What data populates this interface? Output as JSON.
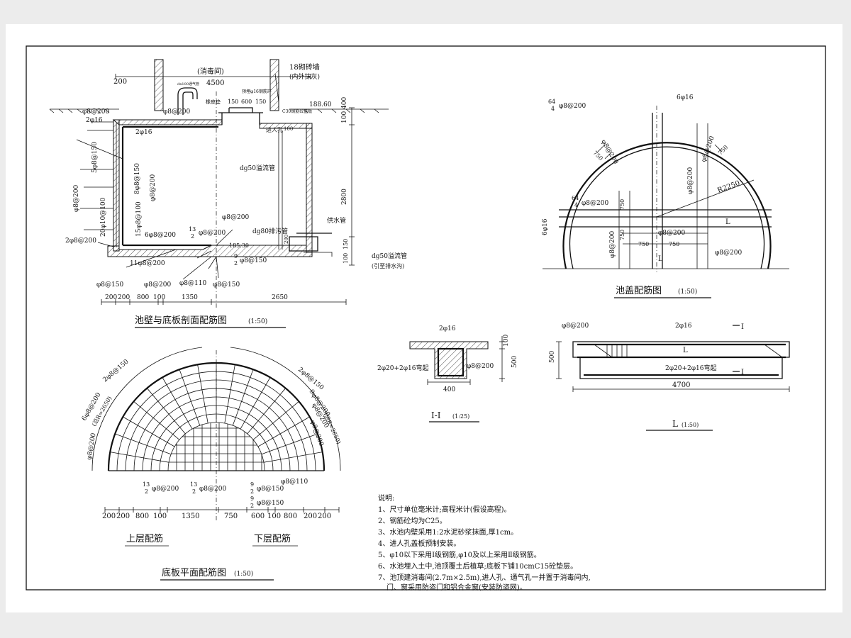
{
  "section_view": {
    "title": "池壁与底板剖面配筋图",
    "scale": "(1:50)",
    "labels": {
      "room": "(消毒间)",
      "width_4500": "4500",
      "left_200": "200",
      "brick_wall": "18砌砖墙",
      "brick_wall_note": "(内外抹灰)",
      "vent_pipe": "dn100通气管",
      "rubber_pad": "橡皮垫",
      "manhole_rebar": "预埋φ16钢筋环",
      "top_dims_150": "150",
      "top_dims_600": "600",
      "top_dims_150b": "150",
      "cover_slab": "C30钢筋砼盖板",
      "elev_top": "188.60",
      "phi8_200_a": "φ8@200",
      "phi8_200_b": "φ8@200",
      "two_phi16_a": "2φ16",
      "two_phi16_b": "2φ16",
      "manhole": "进人孔",
      "dim_100a": "100",
      "dim_100b": "100",
      "dim_400": "400",
      "five_phi8_150": "5φ8@150",
      "eight_phi8_150": "8φ8@150",
      "phi8_200_v1": "φ8@200",
      "phi8_200_v2": "φ8@200",
      "twenty_phi10_100": "20φ10@100",
      "fifteen_phi8_100": "15φ8@100",
      "overflow_pipe": "dg50溢流管",
      "dim_2800": "2800",
      "phi8_200_c": "φ8@200",
      "thirteen_half": "13",
      "thirteen_den": "2",
      "phi8_200_d": "φ8@200",
      "six_phi8_200": "6φ8@200",
      "water_supply": "供水管",
      "drain_pipe": "dg80排污管",
      "two_phi8_200": "2φ8@200",
      "elev_bottom": "185.30",
      "dim_200": "200",
      "dim_150": "150",
      "dim_100c": "100",
      "overflow_out": "dg50溢流管",
      "overflow_out_note": "(引至排水沟)",
      "eleven_phi8_200": "11φ8@200",
      "nine_num": "9",
      "nine_den": "2",
      "phi8_150_a": "φ8@150",
      "phi8_150_b": "φ8@150",
      "phi8_200_e": "φ8@200",
      "phi8_110": "φ8@110",
      "phi8_150_c": "φ8@150",
      "dims_bottom": [
        "200",
        "200",
        "800",
        "100",
        "1350",
        "2650"
      ]
    }
  },
  "cover_view": {
    "title": "池盖配筋图",
    "scale": "(1:50)",
    "labels": {
      "six_phi16_top": "6φ16",
      "frac_64_4": "64",
      "frac_den_4": "4",
      "phi8_200_top": "φ8@200",
      "phi8_200_diag": "φ8@200",
      "phi8_200_r1": "φ8@200",
      "phi8_200_r2": "φ8@200",
      "dim_750a": "750",
      "dim_750b": "750",
      "radius": "R2250",
      "frac_64b": "64",
      "frac_4b": "4",
      "phi8_200_mid": "φ8@200",
      "dim_750c": "750",
      "letter_L": "L",
      "six_phi16_left": "6φ16",
      "phi8_200_vleft": "φ8@200",
      "dim_750d": "750",
      "phi8_200_center": "φ8@200",
      "dim_750e": "750",
      "dim_750f": "750",
      "letter_L2": "L",
      "phi8_200_right": "φ8@200"
    }
  },
  "section_i": {
    "title": "I-I",
    "scale": "(1:25)",
    "labels": {
      "two_phi16": "2φ16",
      "dim_100": "100",
      "dim_500": "500",
      "bent": "2φ20+2φ16弯起",
      "phi8_200": "φ8@200",
      "dim_400": "400"
    }
  },
  "beam_L": {
    "title": "L",
    "scale": "(1:50)",
    "labels": {
      "phi8_200": "φ8@200",
      "two_phi16": "2φ16",
      "letter_L": "L",
      "dim_500": "500",
      "bent": "2φ20+2φ16弯起",
      "dim_4700": "4700",
      "cut_top": "I",
      "cut_bottom": "I"
    }
  },
  "plan_view": {
    "title": "底板平面配筋图",
    "scale": "(1:50)",
    "upper_label": "上层配筋",
    "lower_label": "下层配筋",
    "labels": {
      "two_phi8_150_l": "2φ8@150",
      "six_phi8_200": "6φ8@200",
      "ring_note_l": "(沿R=2650)",
      "phi8_200_l": "φ8@200",
      "two_phi8_150_r": "2φ8@150",
      "nine_phi8_200": "9φ8@200",
      "phi8_200_r": "φ8@200",
      "ring_note_r": "(沿R=2650)",
      "phi8_200_r2": "φ8@200",
      "frac13a": "13",
      "frac2a": "2",
      "phi8_200_b1": "φ8@200",
      "frac13b": "13",
      "frac2b": "2",
      "phi8_200_b2": "φ8@200",
      "frac9a": "9",
      "frac2c": "2",
      "phi8_150_b": "φ8@150",
      "phi8_110": "φ8@110",
      "frac9b": "9",
      "frac2d": "2",
      "phi8_150_b2": "φ8@150",
      "dims": [
        "200",
        "200",
        "800",
        "100",
        "1350",
        "750",
        "600",
        "100",
        "800",
        "200",
        "200"
      ]
    }
  },
  "notes": {
    "heading": "说明:",
    "items": [
      "1、尺寸单位毫米计;高程米计(假设高程)。",
      "2、钢筋砼均为C25。",
      "3、水池内壁采用1:2水泥砂浆抹面,厚1cm。",
      "4、进人孔盖板预制安装。",
      "5、φ10以下采用Ⅰ级钢筋,φ10及以上采用Ⅱ级钢筋。",
      "6、水池埋入土中,池顶覆土后植草;底板下铺10cmC15砼垫层。",
      "7、池顶建消毒间(2.7m×2.5m),进人孔、通气孔一并置于消毒间内,",
      "门、窗采用防盗门和铝合金窗(安装防盗网)。"
    ]
  }
}
